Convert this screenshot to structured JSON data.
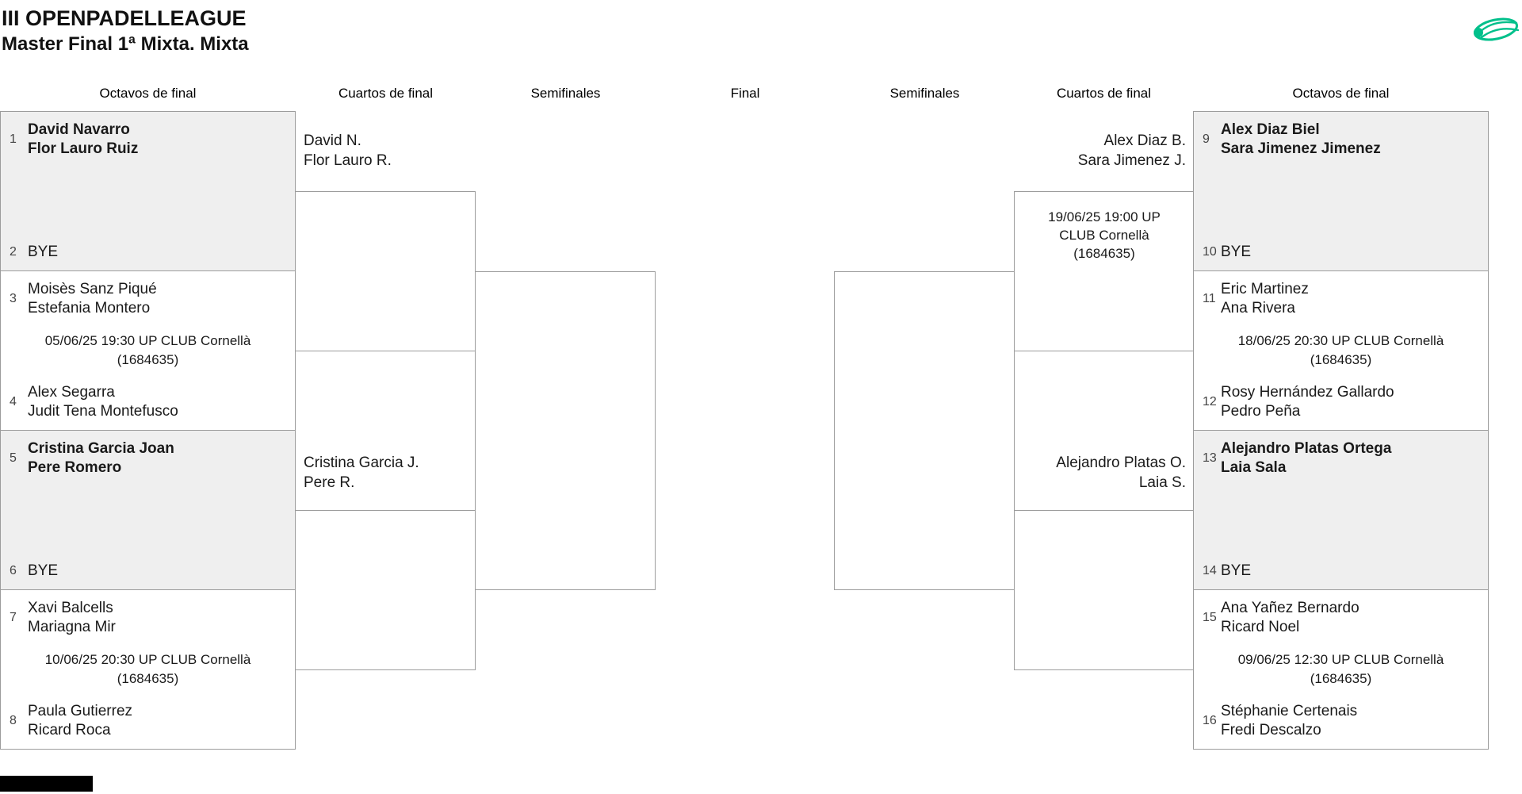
{
  "header": {
    "title": "III OPENPADELLEAGUE",
    "subtitle": "Master Final 1ª Mixta. Mixta"
  },
  "brand": {
    "accent_color": "#00c08b"
  },
  "rounds": [
    "Octavos de final",
    "Cuartos de final",
    "Semifinales",
    "Final",
    "Semifinales",
    "Cuartos de final",
    "Octavos de final"
  ],
  "boxes": {
    "l1": {
      "seed_a": "1",
      "a1": "David Navarro",
      "a2": "Flor Lauro Ruiz",
      "seed_b": "2",
      "b1": "BYE"
    },
    "l2": {
      "seed_a": "3",
      "a1": "Moisès Sanz Piqué",
      "a2": "Estefania Montero",
      "info1": "05/06/25 19:30 UP CLUB Cornellà",
      "info2": "(1684635)",
      "seed_b": "4",
      "b1": "Alex Segarra",
      "b2": "Judit Tena Montefusco"
    },
    "l3": {
      "seed_a": "5",
      "a1": "Cristina Garcia Joan",
      "a2": "Pere Romero",
      "seed_b": "6",
      "b1": "BYE"
    },
    "l4": {
      "seed_a": "7",
      "a1": "Xavi Balcells",
      "a2": "Mariagna Mir",
      "info1": "10/06/25 20:30 UP CLUB Cornellà",
      "info2": "(1684635)",
      "seed_b": "8",
      "b1": "Paula Gutierrez",
      "b2": "Ricard Roca"
    },
    "r1": {
      "seed_a": "9",
      "a1": "Alex Diaz Biel",
      "a2": "Sara Jimenez Jimenez",
      "seed_b": "10",
      "b1": "BYE"
    },
    "r2": {
      "seed_a": "11",
      "a1": "Eric Martinez",
      "a2": "Ana Rivera",
      "info1": "18/06/25 20:30 UP CLUB Cornellà",
      "info2": "(1684635)",
      "seed_b": "12",
      "b1": "Rosy Hernández Gallardo",
      "b2": "Pedro Peña"
    },
    "r3": {
      "seed_a": "13",
      "a1": "Alejandro Platas Ortega",
      "a2": "Laia Sala",
      "seed_b": "14",
      "b1": "BYE"
    },
    "r4": {
      "seed_a": "15",
      "a1": "Ana Yañez Bernardo",
      "a2": "Ricard Noel",
      "info1": "09/06/25 12:30 UP CLUB Cornellà",
      "info2": "(1684635)",
      "seed_b": "16",
      "b1": "Stéphanie Certenais",
      "b2": "Fredi Descalzo"
    }
  },
  "qf": {
    "left_top": {
      "line1": "David N.",
      "line2": "Flor Lauro R."
    },
    "left_bottom": {
      "line1": "Cristina Garcia J.",
      "line2": "Pere R."
    },
    "right_top": {
      "line1": "Alex Diaz B.",
      "line2": "Sara Jimenez J.",
      "info1": "19/06/25 19:00 UP",
      "info2": "CLUB Cornellà",
      "info3": "(1684635)"
    },
    "right_bottom": {
      "line1": "Alejandro Platas O.",
      "line2": "Laia S."
    }
  }
}
